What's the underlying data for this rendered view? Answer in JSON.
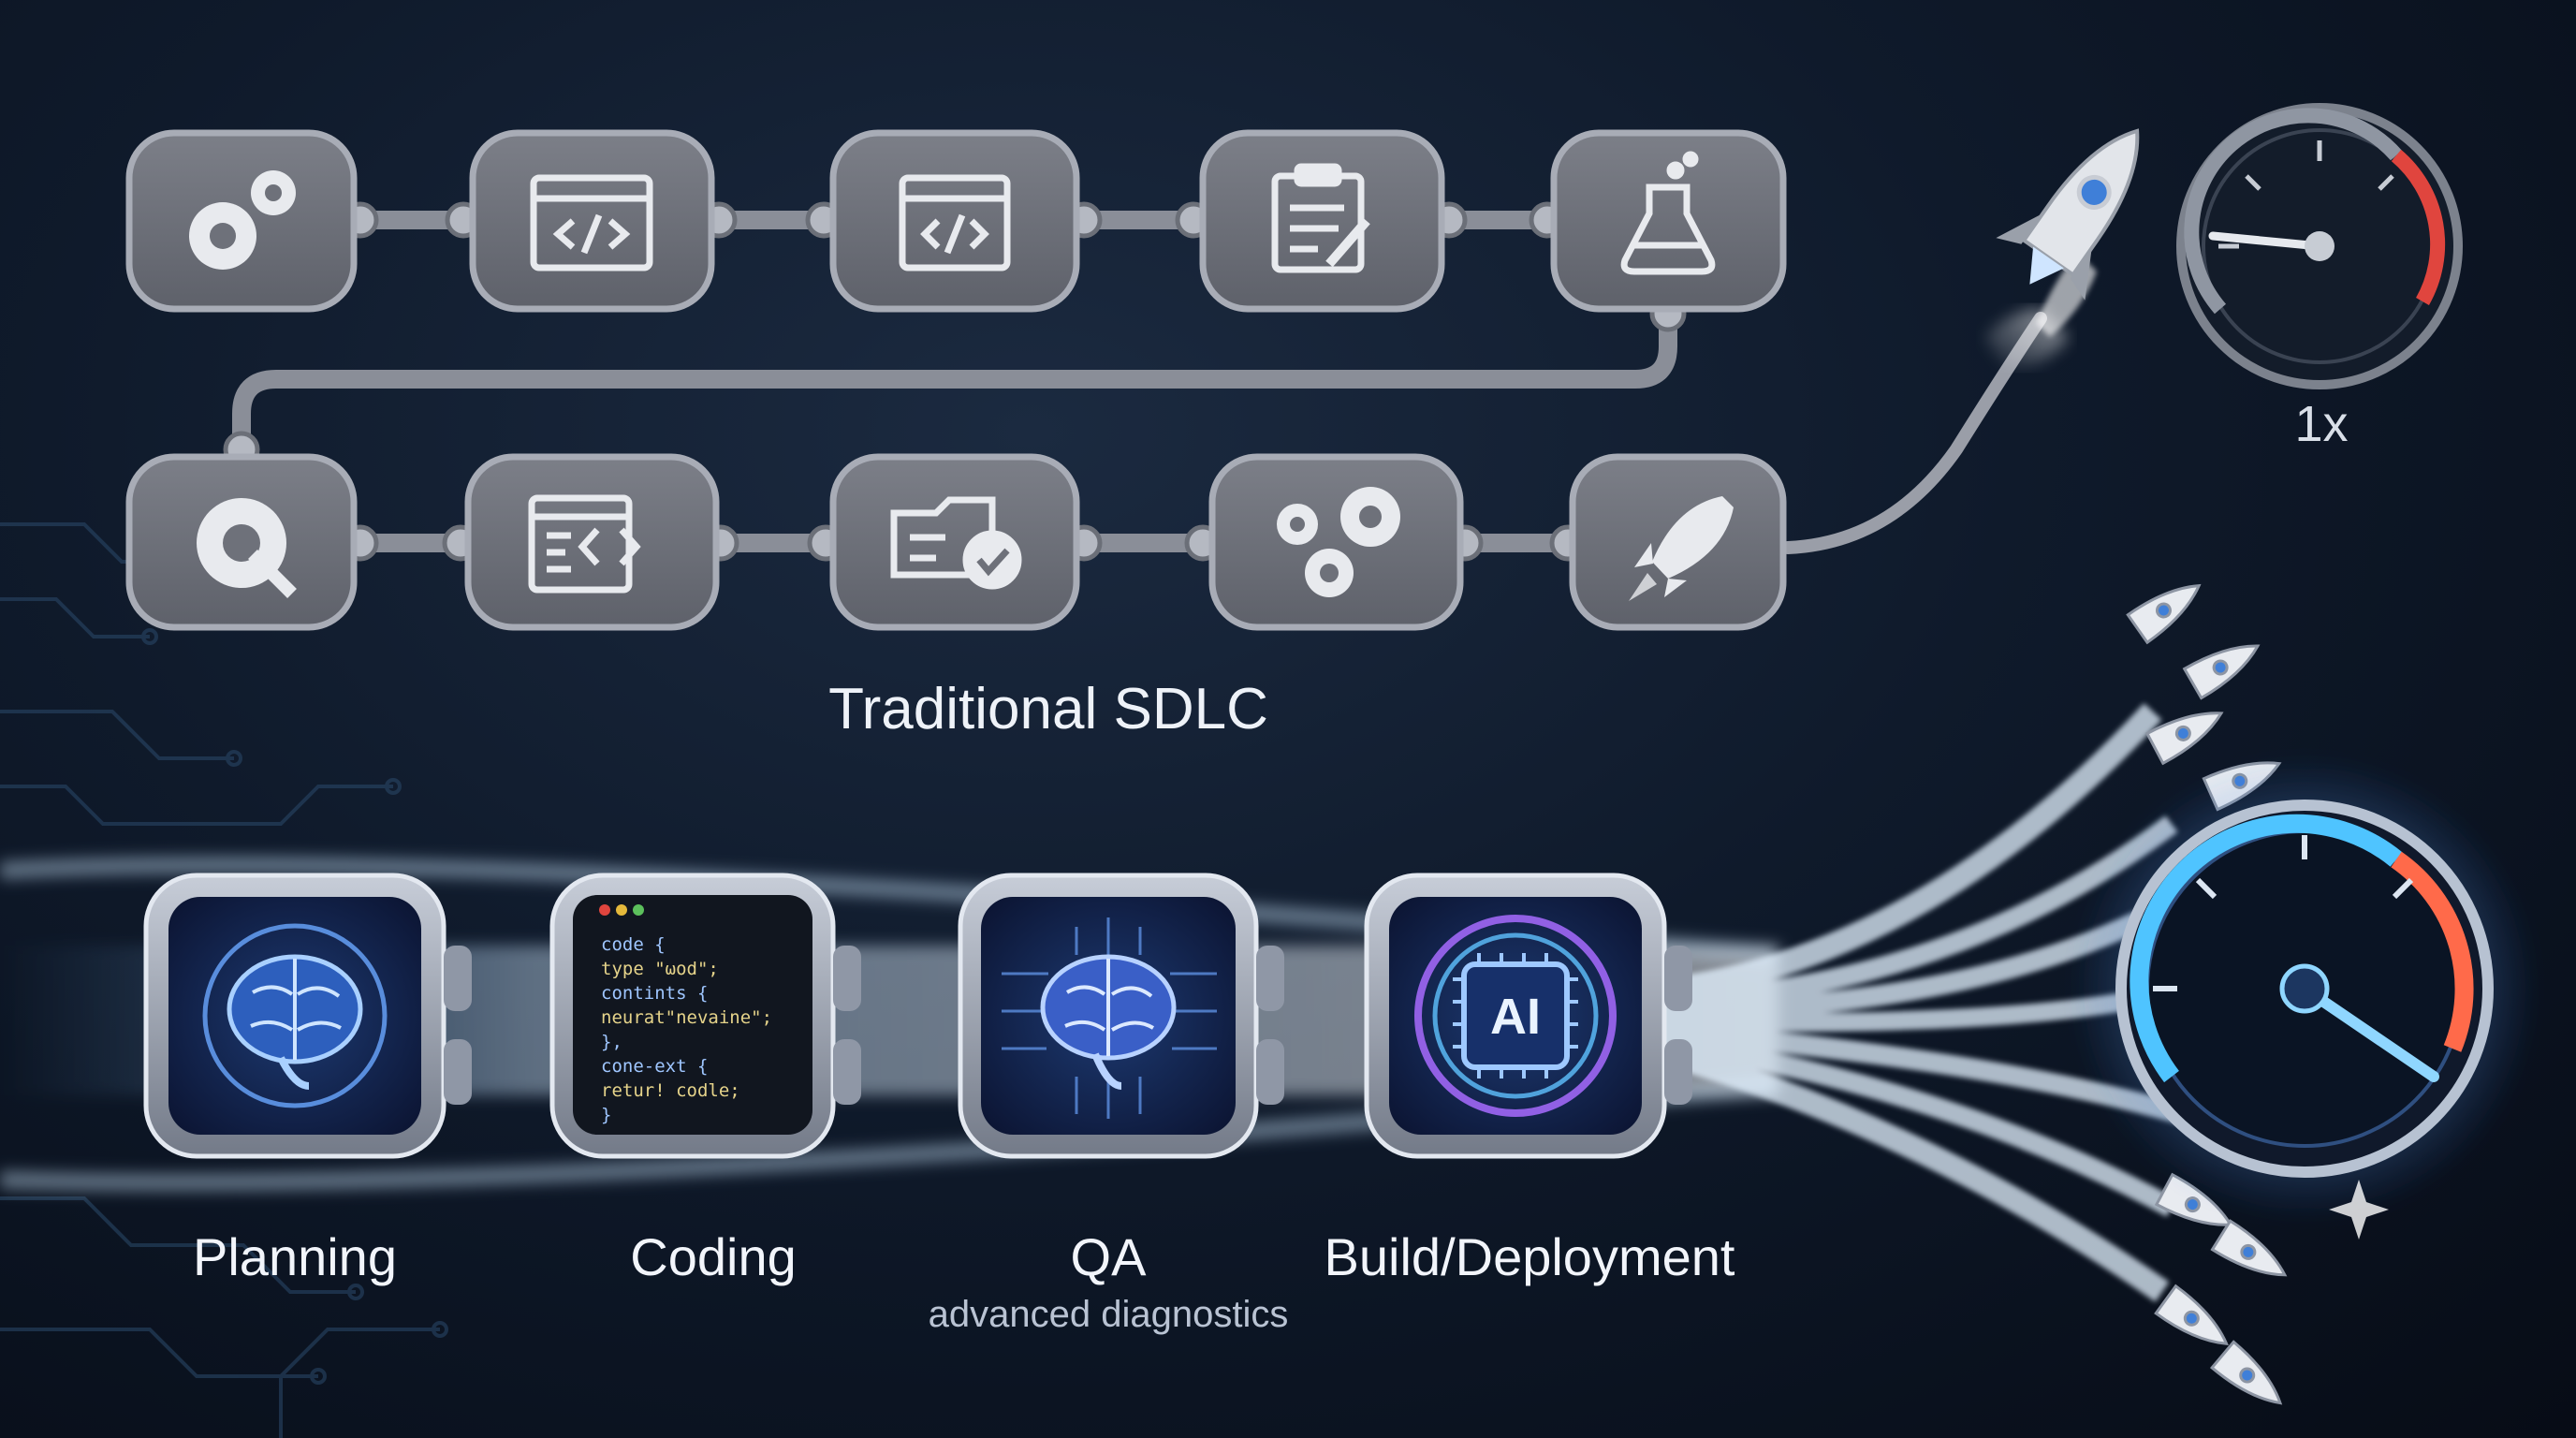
{
  "traditional": {
    "title": "Traditional SDLC",
    "speed_label": "1x",
    "row1_icons": [
      "gears-icon",
      "code-window-icon",
      "code-window-icon",
      "clipboard-pencil-icon",
      "flask-icon"
    ],
    "row2_icons": [
      "gear-wrench-icon",
      "code-document-icon",
      "folder-check-icon",
      "gears-icon",
      "rocket-icon"
    ]
  },
  "ai": {
    "stages": [
      {
        "label": "Planning",
        "sub": "",
        "icon": "brain-icon"
      },
      {
        "label": "Coding",
        "sub": "",
        "icon": "code-editor-icon"
      },
      {
        "label": "QA",
        "sub": "advanced diagnostics",
        "icon": "circuit-brain-icon"
      },
      {
        "label": "Build/Deployment",
        "sub": "",
        "icon": "ai-chip-icon"
      }
    ],
    "code_lines": [
      "code {",
      "  type \"ωod\";",
      "  contints {",
      "    neurat\"nevaine\";",
      "  },",
      "  cone-ext {",
      "    retur! codle;",
      "}"
    ],
    "chip_text": "AI"
  },
  "colors": {
    "bg": "#0b1422",
    "box_fill": "#6e717a",
    "box_stroke": "#9ea3ad",
    "connector": "#8a8e98",
    "glow": "#7cc4ff",
    "gauge_red": "#e0453e"
  }
}
